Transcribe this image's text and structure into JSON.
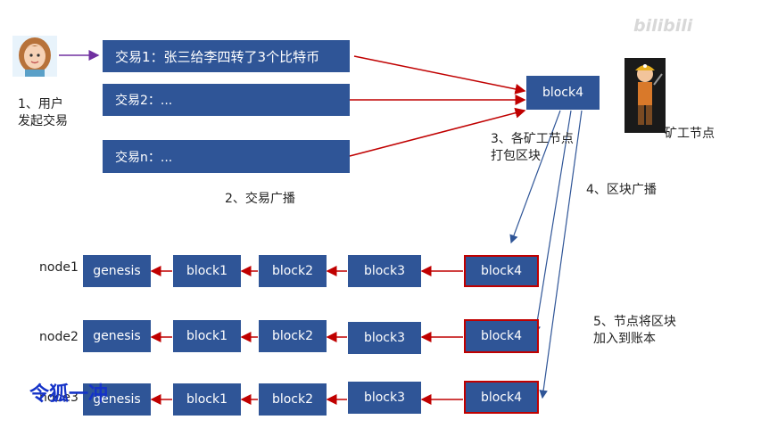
{
  "watermark": "bilibili",
  "user": {
    "caption_line1": "1、用户",
    "caption_line2": "发起交易"
  },
  "transactions": [
    "交易1：张三给李四转了3个比特币",
    "交易2：...",
    "交易n：..."
  ],
  "broadcast_label": "2、交易广播",
  "miner": {
    "label": "矿工节点",
    "block": "block4",
    "pack_line1": "3、各矿工节点",
    "pack_line2": "打包区块"
  },
  "block_broadcast_label": "4、区块广播",
  "append_label_line1": "5、节点将区块",
  "append_label_line2": "加入到账本",
  "nodes": [
    {
      "name": "node1",
      "chain": [
        "genesis",
        "block1",
        "block2",
        "block3",
        "block4"
      ]
    },
    {
      "name": "node2",
      "chain": [
        "genesis",
        "block1",
        "block2",
        "block3",
        "block4"
      ]
    },
    {
      "name": "node3",
      "chain": [
        "genesis",
        "block1",
        "block2",
        "block3",
        "block4"
      ]
    }
  ],
  "overlay_text": "令狐一冲",
  "colors": {
    "box": "#2f5597",
    "arrow_red": "#c00000",
    "arrow_blue": "#2f5597",
    "arrow_purple": "#7030a0"
  }
}
